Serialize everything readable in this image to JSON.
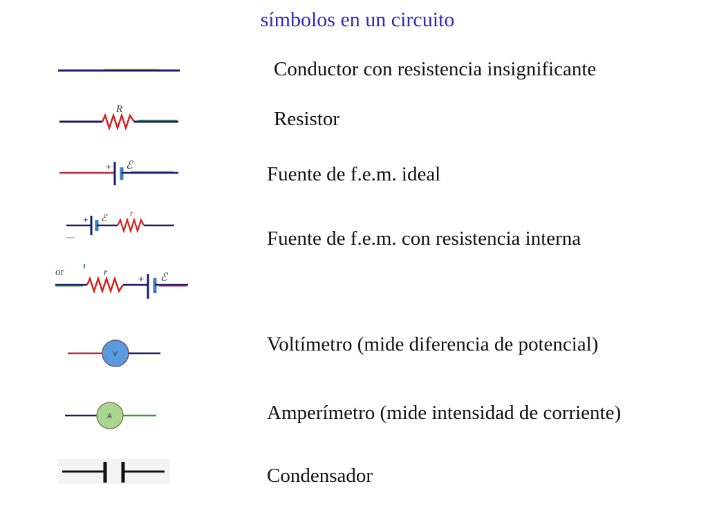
{
  "title": "símbolos en un circuito",
  "rows": [
    {
      "label": "Conductor con resistencia insignificante",
      "icon": "wire-icon"
    },
    {
      "label": "Resistor",
      "icon": "resistor-icon",
      "symbol": "R"
    },
    {
      "label": "Fuente de f.e.m. ideal",
      "icon": "ideal-emf-source-icon",
      "emf": "ℰ",
      "plus": "+"
    },
    {
      "label": "Fuente de f.e.m. con resistencia interna",
      "icon": "emf-source-internal-resistance-icon",
      "emf": "ℰ",
      "r": "r",
      "plus": "+",
      "alt_prefix": "or"
    },
    {
      "label": "Voltímetro (mide diferencia de potencial)",
      "icon": "voltmeter-icon",
      "letter": "V"
    },
    {
      "label": "Amperímetro (mide intensidad de corriente)",
      "icon": "ammeter-icon",
      "letter": "A"
    },
    {
      "label": "Condensador",
      "icon": "capacitor-icon"
    }
  ],
  "colors": {
    "title": "#2b2bb5",
    "wire_dark": "#1a1a6e",
    "wire_red": "#b03040",
    "wire_green": "#3a9a3a",
    "wire_yellow": "#d8c840",
    "resistor": "#d42020",
    "battery_plate": "#3a7fc0",
    "meter_fill_v": "#5a9be0",
    "meter_fill_a": "#a8d890"
  }
}
